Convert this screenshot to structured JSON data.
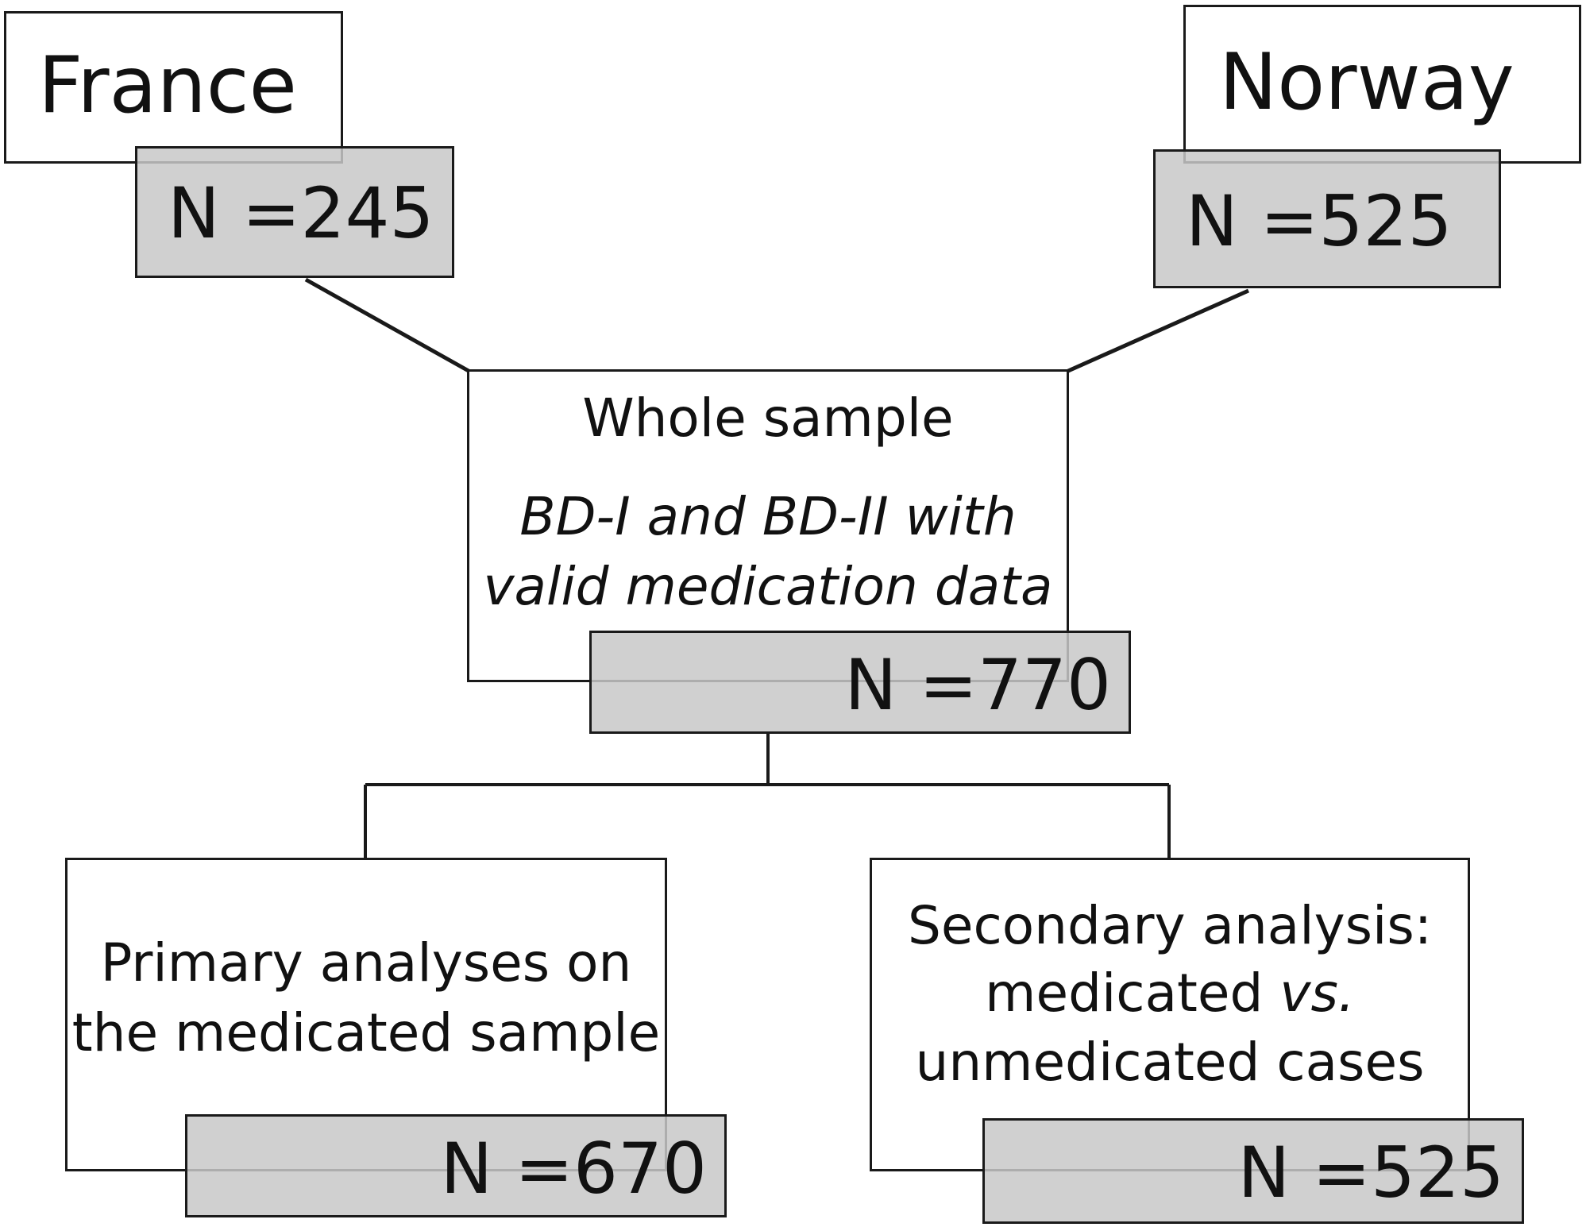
{
  "france": {
    "label": "France",
    "n": "N =245"
  },
  "norway": {
    "label": "Norway",
    "n": "N =525"
  },
  "whole": {
    "title": "Whole sample",
    "subtitle_line1": "BD-I and BD-II with",
    "subtitle_line2": "valid medication data",
    "n": "N =770"
  },
  "primary": {
    "line1": "Primary analyses on",
    "line2": "the medicated sample",
    "n": "N =670"
  },
  "secondary": {
    "line1": "Secondary analysis:",
    "line2_prefix": "medicated ",
    "line2_italic": "vs.",
    "line3": "unmedicated cases",
    "n": "N =525"
  }
}
